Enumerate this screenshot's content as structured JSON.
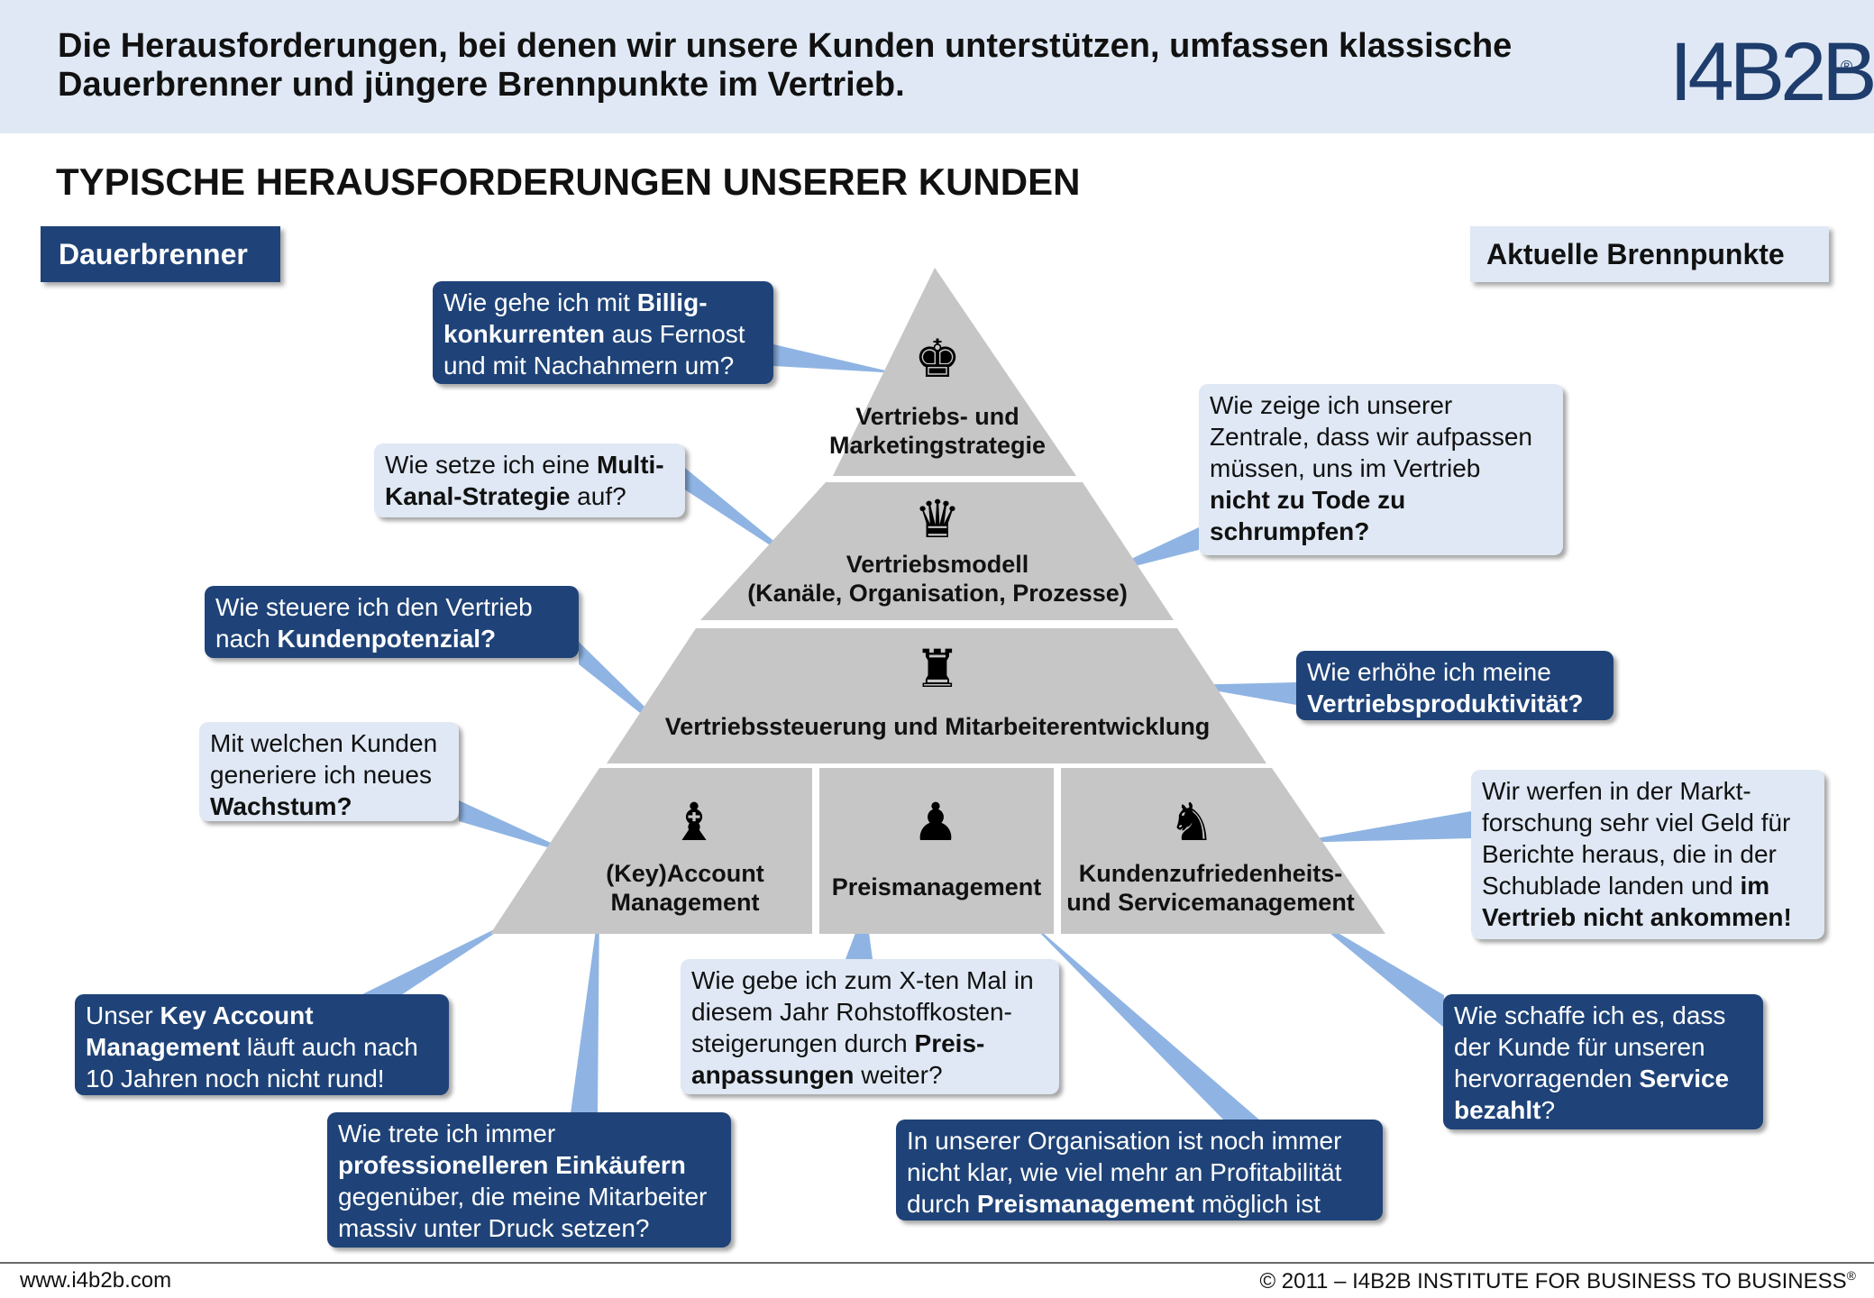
{
  "header": {
    "title": "Die Herausforderungen, bei denen wir unsere Kunden unterstützen, umfassen klassische Dauerbrenner und jüngere Brennpunkte im Vertrieb.",
    "logo_text": "I4B2B",
    "logo_mark": "®"
  },
  "section_title": "TYPISCHE HERAUSFORDERUNGEN UNSERER KUNDEN",
  "tags": {
    "left": "Dauerbrenner",
    "right": "Aktuelle Brennpunkte"
  },
  "pyramid": {
    "tier1": {
      "label_line1": "Vertriebs- und",
      "label_line2": "Marketingstrategie",
      "icon": "king-chess-icon",
      "glyph": "♚"
    },
    "tier2": {
      "label_line1": "Vertriebsmodell",
      "label_line2": "(Kanäle, Organisation, Prozesse)",
      "icon": "queen-chess-icon",
      "glyph": "♛"
    },
    "tier3": {
      "label_line1": "Vertriebssteuerung und Mitarbeiterentwicklung",
      "icon": "rook-chess-icon",
      "glyph": "♜"
    },
    "tier4": [
      {
        "label_line1": "(Key)Account",
        "label_line2": "Management",
        "icon": "bishop-chess-icon",
        "glyph": "♝"
      },
      {
        "label_line1": "Preismanagement",
        "icon": "pawn-chess-icon",
        "glyph": "♟"
      },
      {
        "label_line1": "Kundenzufriedenheits-",
        "label_line2": "und Servicemanagement",
        "icon": "knight-chess-icon",
        "glyph": "♞"
      }
    ]
  },
  "bubbles": {
    "billig": {
      "l1a": "Wie gehe ich mit ",
      "l1b": "Billig-",
      "l2a": "konkurrenten",
      "l2b": " aus Fernost",
      "l3": "und mit Nachahmern um?"
    },
    "multikanal": {
      "l1a": "Wie setze ich eine ",
      "l1b": "Multi-",
      "l2a": "Kanal-Strategie",
      "l2b": " auf?"
    },
    "zentrale": {
      "l1": "Wie zeige ich unserer",
      "l2": "Zentrale, dass wir aufpassen",
      "l3": "müssen, uns im Vertrieb",
      "l4": "nicht zu Tode zu",
      "l5": "schrumpfen?"
    },
    "potenzial": {
      "l1": "Wie steuere ich den Vertrieb",
      "l2a": "nach ",
      "l2b": "Kundenpotenzial?"
    },
    "produktivitaet": {
      "l1": "Wie erhöhe ich meine",
      "l2": "Vertriebsproduktivität?"
    },
    "wachstum": {
      "l1": "Mit welchen Kunden",
      "l2": "generiere ich neues",
      "l3": "Wachstum?"
    },
    "marktforschung": {
      "l1": "Wir werfen in der Markt-",
      "l2": "forschung sehr viel Geld für",
      "l3": "Berichte heraus, die in der",
      "l4a": "Schublade landen und ",
      "l4b": "im",
      "l5": "Vertrieb nicht ankommen!"
    },
    "keyaccount": {
      "l1a": "Unser ",
      "l1b": "Key Account",
      "l2a": "Management",
      "l2b": " läuft auch nach",
      "l3": "10 Jahren noch nicht rund!"
    },
    "einkaeufer": {
      "l1": "Wie trete ich immer",
      "l2": "professionelleren Einkäufern",
      "l3": "gegenüber, die meine Mitarbeiter",
      "l4": "massiv unter Druck setzen?"
    },
    "rohstoff": {
      "l1": "Wie gebe ich zum X-ten Mal in",
      "l2": "diesem Jahr Rohstoffkosten-",
      "l3a": "steigerungen durch ",
      "l3b": "Preis-",
      "l4a": "anpassungen",
      "l4b": " weiter?"
    },
    "profitabilitaet": {
      "l1": "In unserer Organisation ist noch immer",
      "l2": "nicht klar, wie viel mehr an Profitabilität",
      "l3a": "durch ",
      "l3b": "Preismanagement",
      "l3c": " möglich ist"
    },
    "service": {
      "l1": "Wie schaffe ich es, dass",
      "l2": "der Kunde für unseren",
      "l3a": "hervorragenden ",
      "l3b": "Service",
      "l4a": "bezahlt",
      "l4b": "?"
    }
  },
  "footer": {
    "left": "www.i4b2b.com",
    "right": "© 2011 – I4B2B INSTITUTE FOR BUSINESS TO BUSINESS",
    "right_mark": "®"
  },
  "colors": {
    "dark_blue": "#1f4378",
    "light_blue": "#dfe8f4",
    "pyramid_gray": "#c6c6c6",
    "callout_blue": "#8fb4e3"
  }
}
